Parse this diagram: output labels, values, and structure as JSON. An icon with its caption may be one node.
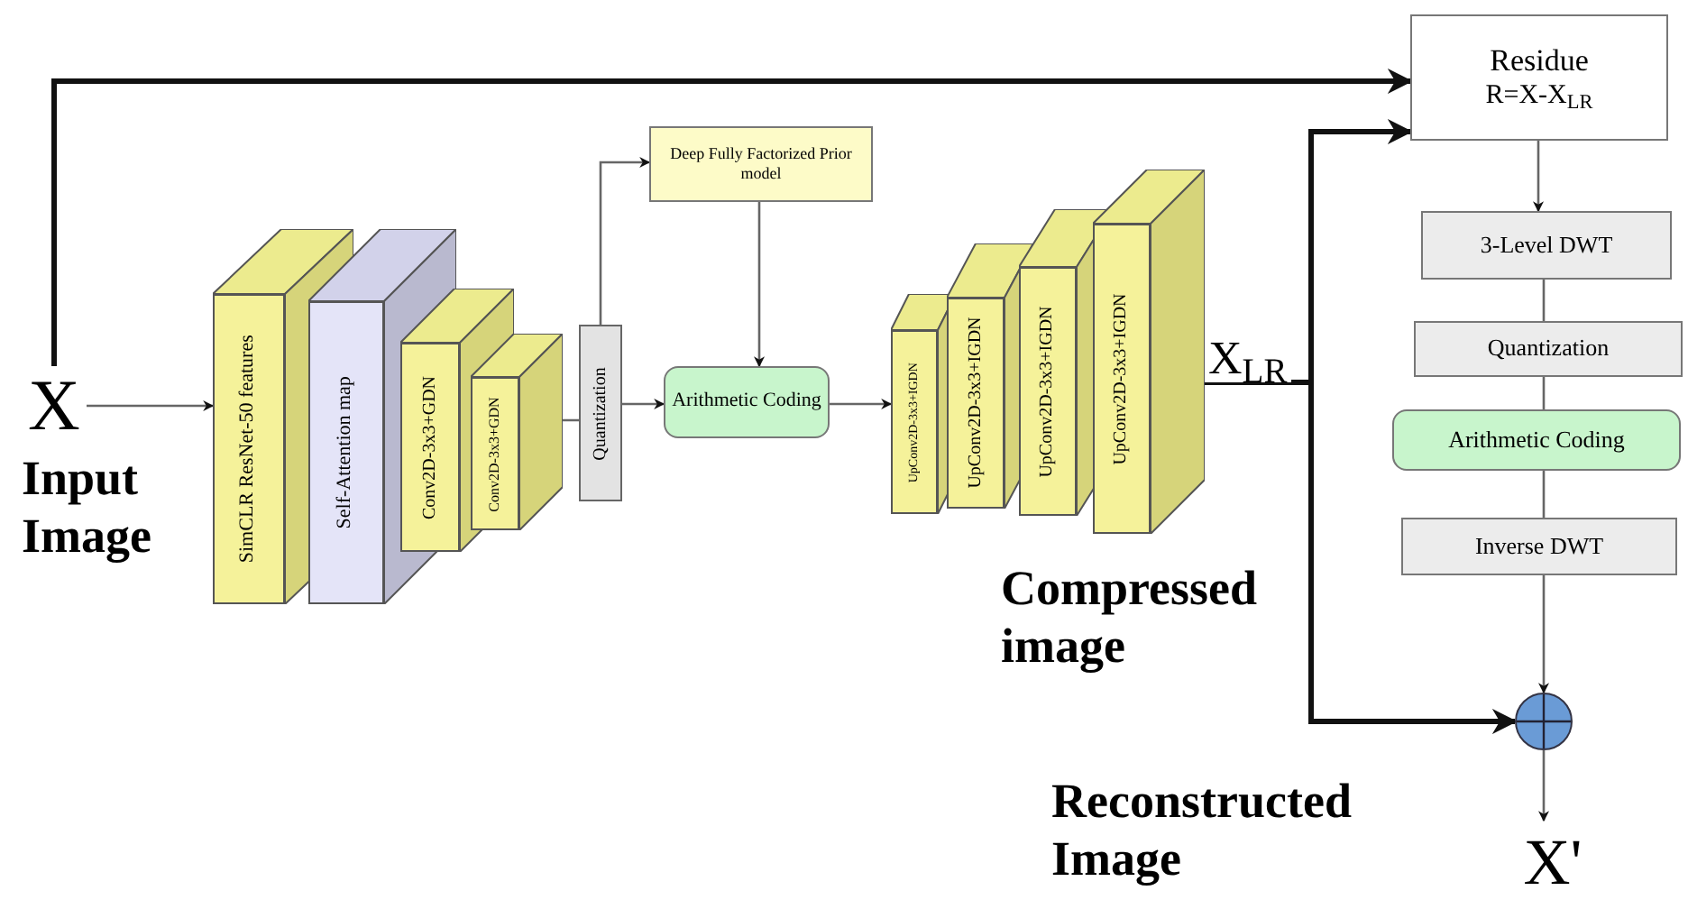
{
  "diagram": {
    "nodes": [
      {
        "text": [
          "X"
        ],
        "beside": [
          "Input Image"
        ]
      },
      {
        "text": [
          "SimCLR ResNet-50 features"
        ]
      },
      {
        "text": [
          "Self-Attention map"
        ]
      },
      {
        "text": [
          "Conv2D-3x3+GDN"
        ]
      },
      {
        "text": [
          "Conv2D-3x3+GDN"
        ]
      },
      {
        "text": [
          "Quantization"
        ]
      },
      {
        "text": [
          "Deep Fully Factorized Prior model"
        ]
      },
      {
        "text": [
          "Arithmetic Coding"
        ]
      },
      {
        "text": [
          "UpConv2D-3x3+IGDN"
        ]
      },
      {
        "text": [
          "UpConv2D-3x3+IGDN"
        ]
      },
      {
        "text": [
          "UpConv2D-3x3+IGDN"
        ]
      },
      {
        "text": [
          "UpConv2D-3x3+IGDN"
        ]
      },
      {
        "text": [
          "Residue",
          "R=X-X$_{LR}$"
        ]
      },
      {
        "text": [
          "3-Level DWT"
        ]
      },
      {
        "text": [
          "Quantization"
        ]
      },
      {
        "text": [
          "Arithmetic Coding"
        ]
      },
      {
        "text": [
          "Inverse DWT"
        ]
      },
      {
        "text": [],
        "shape": "circle"
      },
      {
        "text": [
          "X'"
        ]
      }
    ],
    "edges": [
      {
        "from": 0,
        "to": 1,
        "arrow": "to"
      },
      {
        "from": 0,
        "to": 12,
        "arrow": "to",
        "style": "thick"
      },
      {
        "from": 4,
        "to": 5,
        "arrow": "none"
      },
      {
        "from": 5,
        "to": 6,
        "arrow": "to"
      },
      {
        "from": 5,
        "to": 7,
        "arrow": "to"
      },
      {
        "from": 6,
        "to": 7,
        "arrow": "to"
      },
      {
        "from": 7,
        "to": 8,
        "arrow": "to"
      },
      {
        "from": 11,
        "to": 12,
        "arrow": "to",
        "style": "thick",
        "label": "X$_{LR}$"
      },
      {
        "from": 11,
        "to": 17,
        "arrow": "to",
        "style": "thick"
      },
      {
        "from": 12,
        "to": 13,
        "arrow": "to"
      },
      {
        "from": 13,
        "to": 14,
        "arrow": "none"
      },
      {
        "from": 14,
        "to": 15,
        "arrow": "none"
      },
      {
        "from": 15,
        "to": 16,
        "arrow": "none"
      },
      {
        "from": 16,
        "to": 17,
        "arrow": "to"
      },
      {
        "from": 17,
        "to": 18,
        "arrow": "to"
      }
    ],
    "labels": [
      "Compressed image",
      "Reconstructed Image"
    ]
  }
}
